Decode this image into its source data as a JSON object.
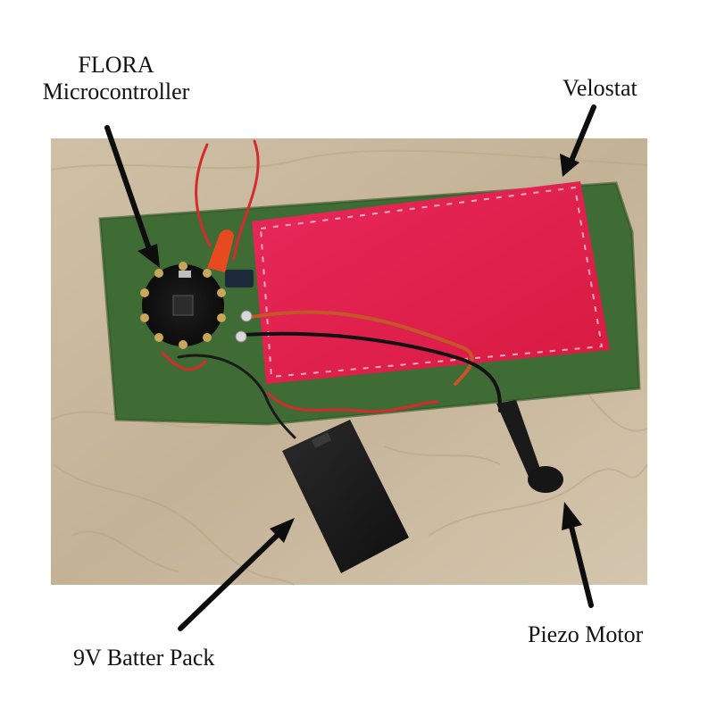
{
  "labels": {
    "flora_line1": "FLORA",
    "flora_line2": "Microcontroller",
    "velostat": "Velostat",
    "piezo": "Piezo Motor",
    "battery": "9V Batter Pack"
  },
  "colors": {
    "table_wood": "#c9b89e",
    "green_fabric": "#3f6b34",
    "red_felt": "#e0204a",
    "battery_pack": "#1b1b1b",
    "arrow": "#0d0d0d"
  }
}
